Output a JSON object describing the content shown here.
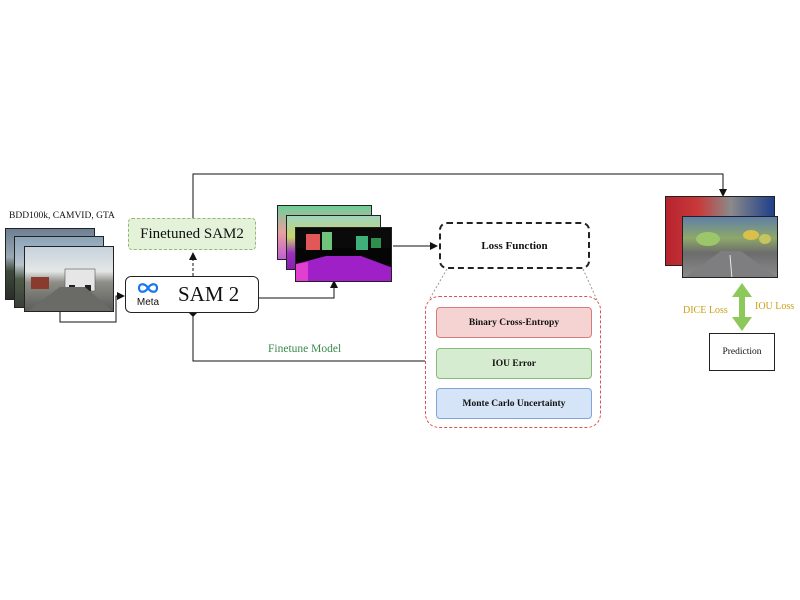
{
  "datasets_label": "BDD100k, CAMVID, GTA",
  "finetuned_label": "Finetuned SAM2",
  "sam": {
    "logo_text": "Meta",
    "title": "SAM 2"
  },
  "finetune_edge_label": "Finetune Model",
  "loss_function_label": "Loss Function",
  "loss_items": [
    "Binary Cross-Entropy",
    "IOU Error",
    "Monte Carlo Uncertainty"
  ],
  "dice_loss_label": "DICE Loss",
  "iou_loss_label": "IOU Loss",
  "prediction_label": "Prediction",
  "colors": {
    "finetune_text": "#3a8b4b",
    "loss_text": "#c9a015",
    "double_arrow": "#8dc85b",
    "bce_fill": "#f6d3d3",
    "iou_fill": "#d6ecd0",
    "mc_fill": "#d5e4f6",
    "loss_group_border": "#d9534f"
  }
}
